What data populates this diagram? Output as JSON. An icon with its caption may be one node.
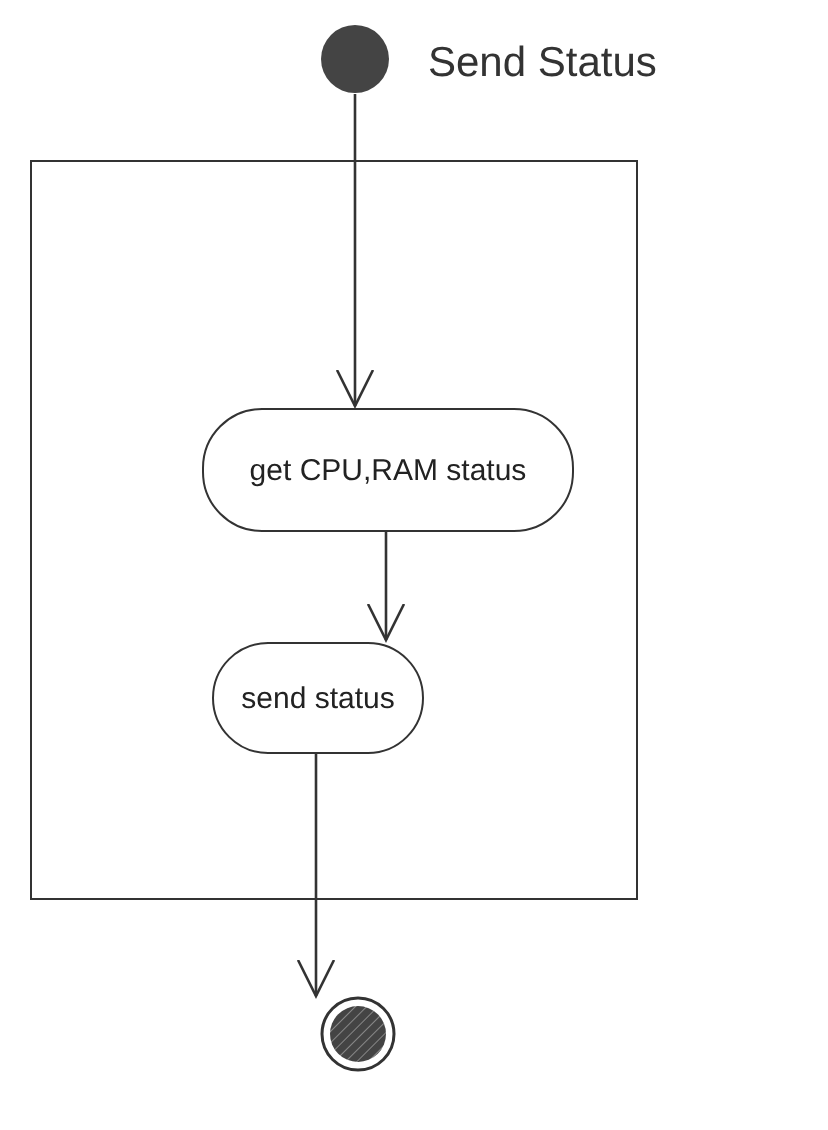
{
  "diagram": {
    "title": "Send Status",
    "nodes": [
      {
        "text": [],
        "shape": "circle"
      },
      {
        "text": [],
        "shape": "box"
      },
      {
        "text": [
          "get CPU,RAM status"
        ],
        "in": 1
      },
      {
        "text": [
          "send status"
        ],
        "in": 1
      },
      {
        "text": [],
        "shape": "circle"
      }
    ],
    "edges": [
      {
        "from": 0,
        "to": 2,
        "arrow": "to"
      },
      {
        "from": 2,
        "to": 3,
        "arrow": "to"
      },
      {
        "from": 3,
        "to": 4,
        "arrow": "to"
      }
    ]
  }
}
